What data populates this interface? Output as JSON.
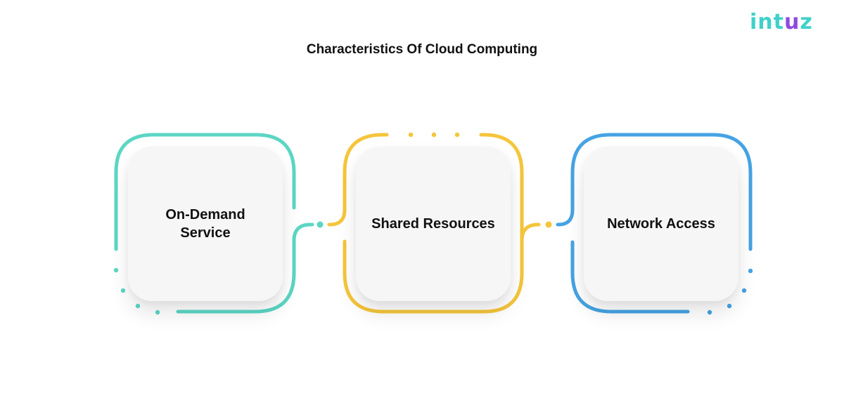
{
  "title": "Characteristics Of Cloud Computing",
  "logo": {
    "text": "intuz"
  },
  "colors": {
    "teal": "#5cd6c4",
    "yellow": "#f5c53a",
    "blue": "#46a3e3",
    "logo_teal": "#3fd1c9",
    "logo_purple": "#8d4be0"
  },
  "items": [
    {
      "label": "On-Demand Service",
      "color": "teal"
    },
    {
      "label": "Shared Resources",
      "color": "yellow"
    },
    {
      "label": "Network Access",
      "color": "blue"
    }
  ]
}
